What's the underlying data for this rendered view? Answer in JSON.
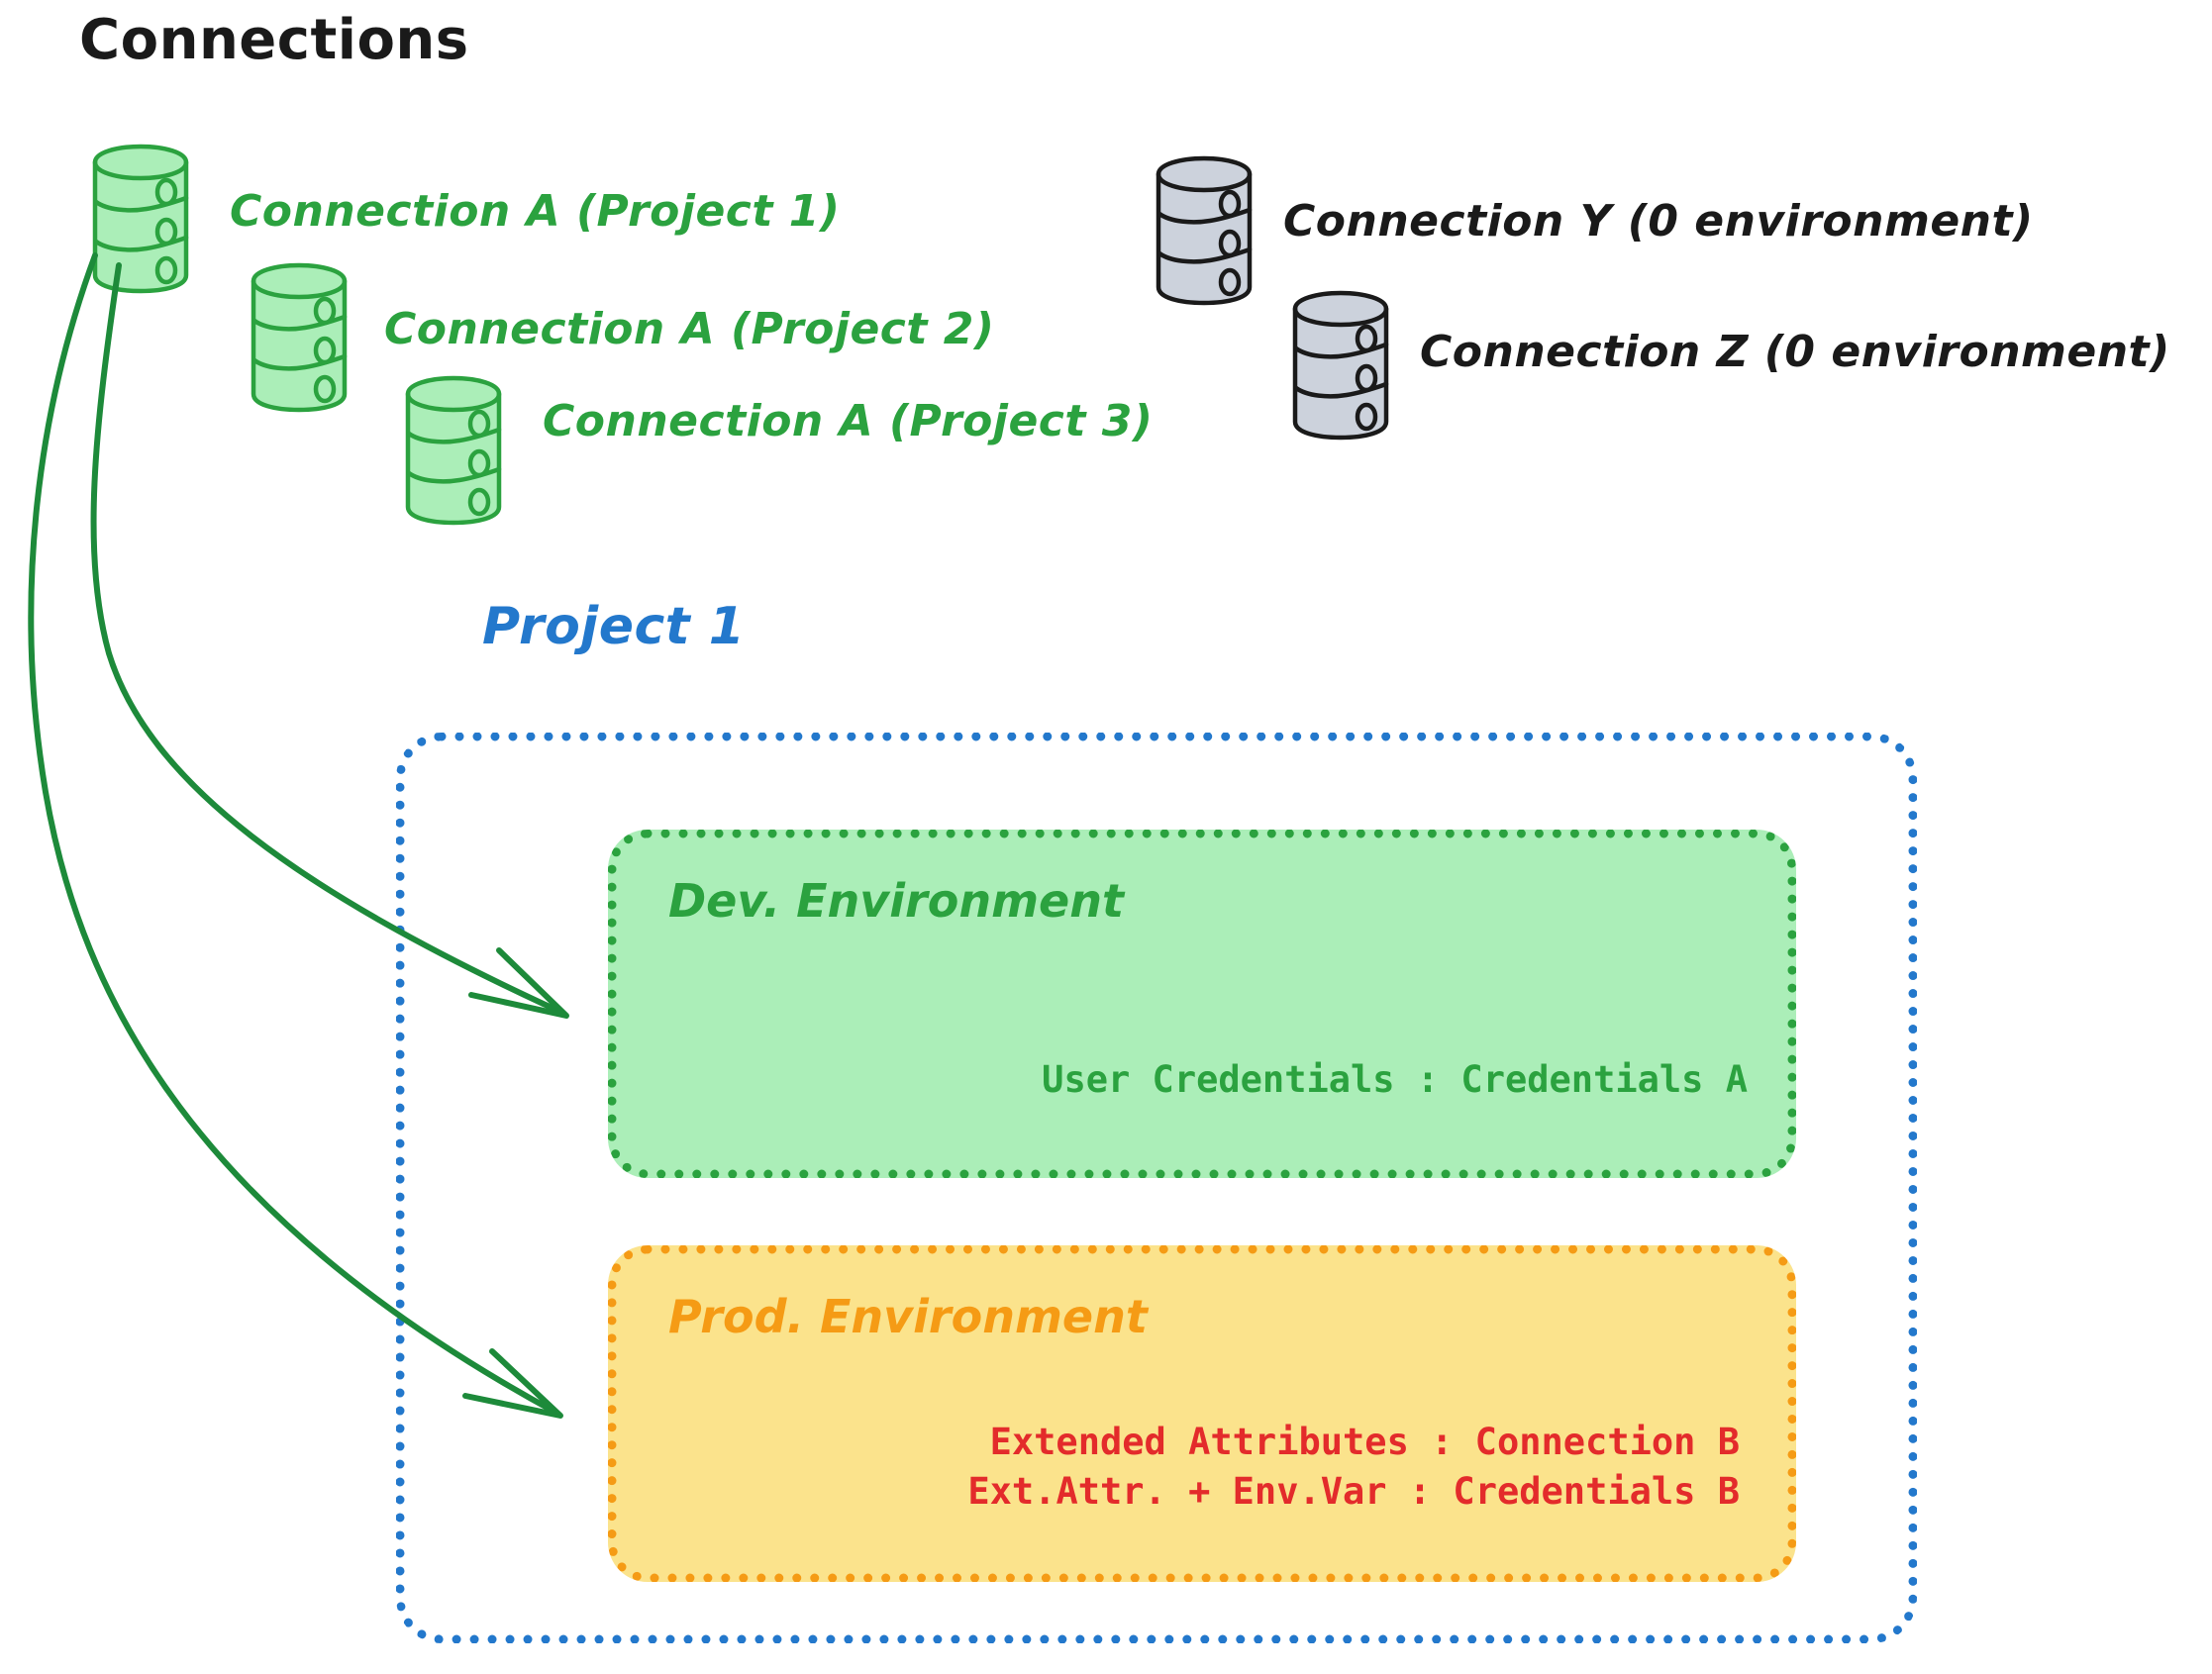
{
  "diagram": {
    "title": "Connections",
    "colors": {
      "green_stroke": "#2ba23f",
      "green_fill": "#abeeb8",
      "gray_stroke": "#1a1a1a",
      "gray_fill": "#ccd2dc",
      "blue": "#2378cc",
      "orange": "#f59b15",
      "yellow_fill": "#fbe38c",
      "red": "#e32b2b",
      "black": "#1a1a1a"
    }
  },
  "connections_green": [
    {
      "label": "Connection A (Project 1)",
      "icon": "database-icon"
    },
    {
      "label": "Connection A (Project 2)",
      "icon": "database-icon"
    },
    {
      "label": "Connection A (Project 3)",
      "icon": "database-icon"
    }
  ],
  "connections_gray": [
    {
      "label": "Connection Y (0 environment)",
      "icon": "database-icon"
    },
    {
      "label": "Connection Z (0 environment)",
      "icon": "database-icon"
    }
  ],
  "project": {
    "title": "Project 1",
    "environments": [
      {
        "name": "Dev. Environment",
        "lines": [
          "User Credentials : Credentials A"
        ]
      },
      {
        "name": "Prod. Environment",
        "lines": [
          "Extended Attributes : Connection B",
          "Ext.Attr. + Env.Var : Credentials B"
        ]
      }
    ]
  },
  "arrows": [
    {
      "name": "arrow-connection-a-to-dev",
      "from": "Connection A (Project 1)",
      "to": "Dev. Environment"
    },
    {
      "name": "arrow-connection-a-to-prod",
      "from": "Connection A (Project 1)",
      "to": "Prod. Environment"
    }
  ]
}
